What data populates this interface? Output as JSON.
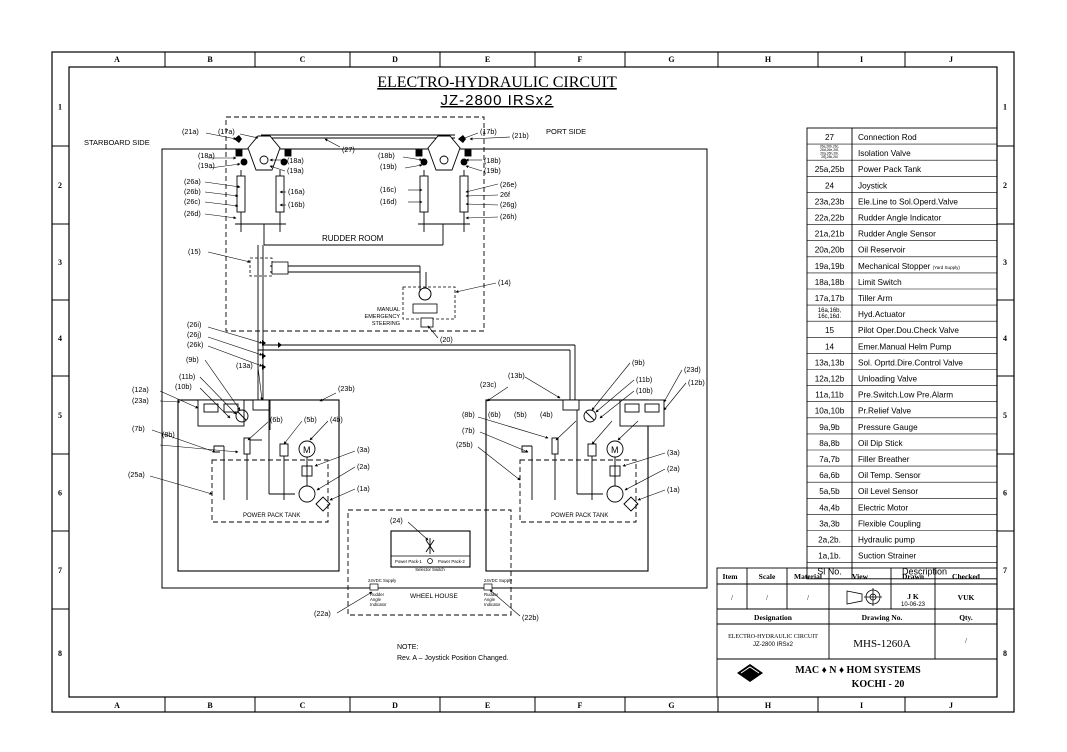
{
  "border": {
    "cols": [
      "A",
      "B",
      "C",
      "D",
      "E",
      "F",
      "G",
      "H",
      "I",
      "J"
    ],
    "rows": [
      "1",
      "2",
      "3",
      "4",
      "5",
      "6",
      "7",
      "8"
    ]
  },
  "title": {
    "line1": "ELECTRO-HYDRAULIC CIRCUIT",
    "line2": "JZ-2800 IRSx2"
  },
  "labels": {
    "starboard": "STARBOARD SIDE",
    "port": "PORT SIDE",
    "rudder_room": "RUDDER ROOM",
    "manual_emergency": [
      "MANUAL",
      "EMERGENCY",
      "STEERING"
    ],
    "power_pack_tank": "POWER PACK TANK",
    "wheel_house": "WHEEL HOUSE",
    "supply": "24VDC Supply",
    "rudder_angle_indicator": [
      "Rudder",
      "Angle",
      "Indicator"
    ],
    "selector_switch_left": "Power Pack-1",
    "selector_switch_right": "Power Pack-2",
    "selector_switch": "Selector Switch",
    "motor": "M",
    "note_title": "NOTE:",
    "note_text": "Rev. A – Joystick Position Changed."
  },
  "callouts": {
    "a21": "(21a)",
    "a17": "(17a)",
    "b17": "(17b)",
    "b21": "(21b)",
    "c27": "(27)",
    "a18": "(18a)",
    "a19": "(19a)",
    "a18r": "(18a)",
    "a19r": "(19a)",
    "a26": "(26a)",
    "b26": "(26b)",
    "c26": "(26c)",
    "d26": "(26d)",
    "a16": "(16a)",
    "b16": "(16b)",
    "b18": "(18b)",
    "b19": "(19b)",
    "b18r": "(18b)",
    "b19r": "(19b)",
    "c16": "(16c)",
    "d16": "(16d)",
    "e26": "(26e)",
    "f26": "26f",
    "g26": "(26g)",
    "h26": "(26h)",
    "c15": "(15)",
    "c14": "(14)",
    "c20": "(20)",
    "i26": "(26i)",
    "j26": "(26j)",
    "k26": "(26k)",
    "b9": "(9b)",
    "b11": "(11b)",
    "b10": "(10b)",
    "a12": "(12a)",
    "a23": "(23a)",
    "b13": "(13a)",
    "b23": "(23b)",
    "c23": "(23c)",
    "b13r": "(13b)",
    "b9r": "(9b)",
    "b11r": "(11b)",
    "b10r": "(10b)",
    "d23": "(23d)",
    "b12": "(12b)",
    "b7": "(7b)",
    "b8": "(8b)",
    "b6": "(6b)",
    "b5": "(5b)",
    "b4": "(4b)",
    "a3": "(3a)",
    "a2": "(2a)",
    "a1": "(1a)",
    "a25": "(25a)",
    "b25": "(25b)",
    "b8r": "(8b)",
    "b6r": "(6b)",
    "b5r": "(5b)",
    "b4r": "(4b)",
    "b7r": "(7b)",
    "a3r": "(3a)",
    "a2r": "(2a)",
    "a1r": "(1a)",
    "c24": "(24)",
    "a22": "(22a)",
    "b22": "(22b)"
  },
  "parts_list": [
    {
      "no": "27",
      "desc": "Connection Rod"
    },
    {
      "no": "26a,26b,26c, 26d,26e,26f, 26g,26h,26i, 26j,26k,26l",
      "desc": "Isolation Valve"
    },
    {
      "no": "25a,25b",
      "desc": "Power Pack Tank"
    },
    {
      "no": "24",
      "desc": "Joystick"
    },
    {
      "no": "23a,23b",
      "desc": "Ele.Line to Sol.Operd.Valve"
    },
    {
      "no": "22a,22b",
      "desc": "Rudder Angle Indicator"
    },
    {
      "no": "21a,21b",
      "desc": "Rudder Angle Sensor"
    },
    {
      "no": "20a,20b",
      "desc": "Oil Reservoir"
    },
    {
      "no": "19a,19b",
      "desc": "Mechanical Stopper (Yard Supply)"
    },
    {
      "no": "18a,18b",
      "desc": "Limit Switch"
    },
    {
      "no": "17a,17b",
      "desc": "Tiller Arm"
    },
    {
      "no": "16a,16b, 16c,16d.",
      "desc": "Hyd.Actuator"
    },
    {
      "no": "15",
      "desc": "Pilot Oper.Dou.Check Valve"
    },
    {
      "no": "14",
      "desc": "Emer.Manual Helm Pump"
    },
    {
      "no": "13a,13b",
      "desc": "Sol. Oprtd.Dire.Control Valve"
    },
    {
      "no": "12a,12b",
      "desc": "Unloading Valve"
    },
    {
      "no": "11a,11b",
      "desc": "Pre.Switch.Low Pre.Alarm"
    },
    {
      "no": "10a,10b",
      "desc": "Pr.Relief Valve"
    },
    {
      "no": "9a,9b",
      "desc": "Pressure Gauge"
    },
    {
      "no": "8a,8b",
      "desc": "Oil Dip Stick"
    },
    {
      "no": "7a,7b",
      "desc": "Filler Breather"
    },
    {
      "no": "6a,6b",
      "desc": "Oil Temp. Sensor"
    },
    {
      "no": "5a,5b",
      "desc": "Oil Level Sensor"
    },
    {
      "no": "4a,4b",
      "desc": "Electric Motor"
    },
    {
      "no": "3a,3b",
      "desc": "Flexible Coupling"
    },
    {
      "no": "2a,2b.",
      "desc": "Hydraulic pump"
    },
    {
      "no": "1a,1b.",
      "desc": "Suction Strainer"
    }
  ],
  "parts_header": {
    "no": "Sl No.",
    "desc": "Description"
  },
  "title_block": {
    "h_item": "Item",
    "h_scale": "Scale",
    "h_material": "Material",
    "h_view": "View",
    "h_drawn": "Drawn",
    "h_checked": "Checked",
    "item": "/",
    "scale": "/",
    "material": "/",
    "drawn": "J K",
    "drawn_date": "10-06-23",
    "checked": "VUK",
    "h_designation": "Designation",
    "h_drawing_no": "Drawing No.",
    "h_qty": "Qty.",
    "designation1": "ELECTRO-HYDRAULIC CIRCUIT",
    "designation2": "JZ-2800 IRSx2",
    "drawing_no": "MHS-1260A",
    "qty": "/",
    "company1": "MAC ♦ N ♦ HOM SYSTEMS",
    "company2": "KOCHI - 20"
  }
}
